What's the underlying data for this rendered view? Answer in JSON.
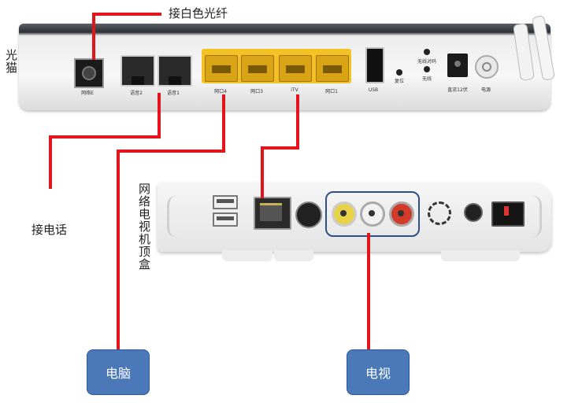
{
  "labels": {
    "fiber": "接白色光纤",
    "modem": "光猫",
    "phone": "接电话",
    "stb": "网络电视机顶盒",
    "computer": "电脑",
    "tv": "电视"
  },
  "modem_ports": {
    "fiber": "网络E",
    "voice2": "语音2",
    "voice1": "语音1",
    "lan4": "网口4",
    "lan3": "网口3",
    "itv": "iTV",
    "lan1": "网口1",
    "usb": "USB",
    "reset": "复位",
    "wps": "无线对码",
    "wlan": "无线",
    "dc": "直流12伏",
    "power": "电源"
  },
  "colors": {
    "line": "#e3141b",
    "box": "#4a78b8",
    "lan_block": "#f2c227",
    "av_frame": "#2f4f8a"
  }
}
